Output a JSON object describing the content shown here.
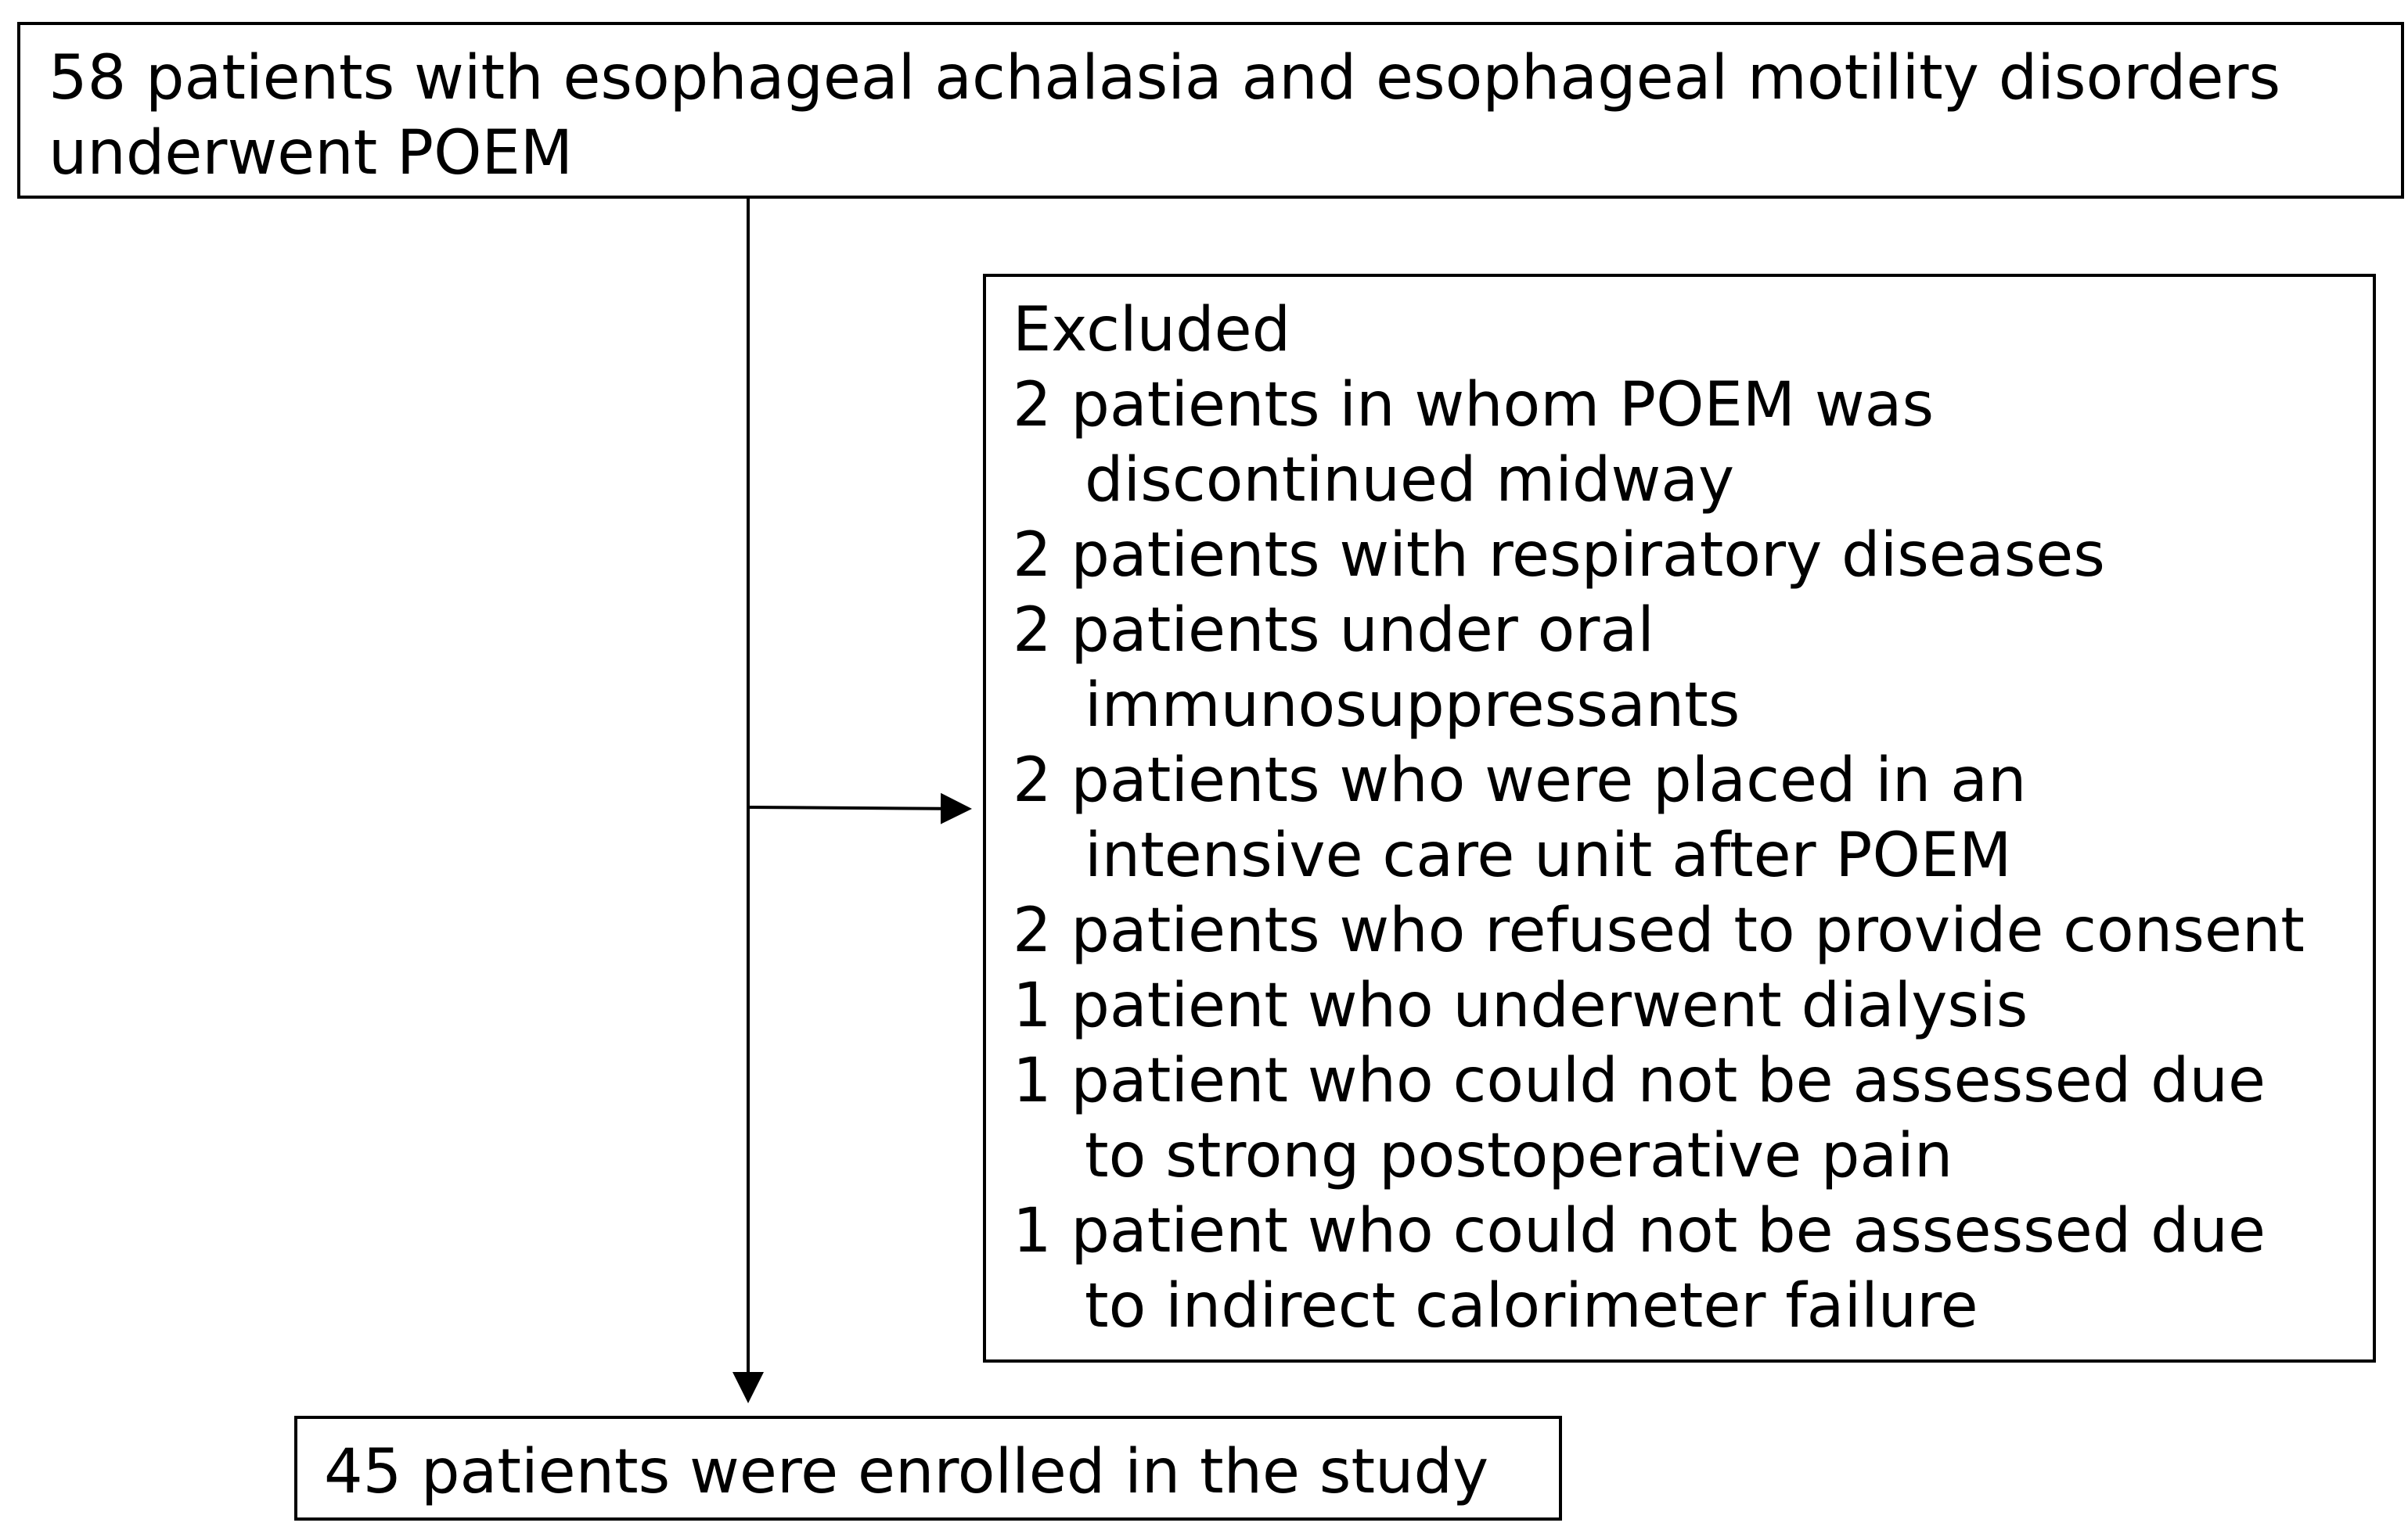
{
  "top_box": {
    "lines": [
      "58 patients with esophageal achalasia and esophageal motility disorders",
      "underwent POEM"
    ]
  },
  "exclusion_box": {
    "heading": "Excluded",
    "items": [
      {
        "first": "2 patients in whom POEM was",
        "cont": "discontinued midway"
      },
      {
        "first": "2 patients with respiratory diseases",
        "cont": ""
      },
      {
        "first": "2 patients under oral",
        "cont": "immunosuppressants"
      },
      {
        "first": "2 patients who were placed in an",
        "cont": "intensive care unit after POEM"
      },
      {
        "first": "2 patients who refused to provide consent",
        "cont": ""
      },
      {
        "first": "1 patient who underwent dialysis",
        "cont": ""
      },
      {
        "first": "1 patient who could not be assessed due",
        "cont": "to strong postoperative pain"
      },
      {
        "first": "1 patient who could not be assessed due",
        "cont": "to indirect calorimeter failure"
      }
    ]
  },
  "bottom_box": {
    "text": "45 patients were enrolled in the study"
  }
}
